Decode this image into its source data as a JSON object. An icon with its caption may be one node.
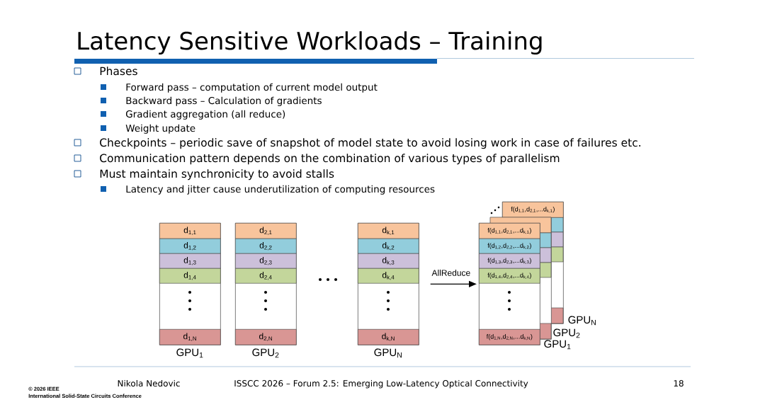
{
  "diagram": {
    "title": "Latency Sensitive Workloads – Training",
    "nodes": [
      {
        "text": [],
        "shape": "box",
        "beside": [
          "GPU$_{1}$"
        ]
      },
      {
        "text": [
          "d$_{1,1}$"
        ],
        "in": 0
      },
      {
        "text": [
          "d$_{1,2}$"
        ],
        "in": 0
      },
      {
        "text": [
          "d$_{1,3}$"
        ],
        "in": 0
      },
      {
        "text": [
          "d$_{1,4}$"
        ],
        "in": 0
      },
      {
        "text": [
          "d$_{1,N}$"
        ],
        "in": 0
      },
      {
        "text": [],
        "shape": "box",
        "beside": [
          "GPU$_{2}$"
        ]
      },
      {
        "text": [
          "d$_{2,1}$"
        ],
        "in": 6
      },
      {
        "text": [
          "d$_{2,2}$"
        ],
        "in": 6
      },
      {
        "text": [
          "d$_{2,3}$"
        ],
        "in": 6
      },
      {
        "text": [
          "d$_{2,4}$"
        ],
        "in": 6
      },
      {
        "text": [
          "d$_{2,N}$"
        ],
        "in": 6
      },
      {
        "text": [],
        "shape": "box",
        "beside": [
          "GPU$_{N}$"
        ]
      },
      {
        "text": [
          "d$_{k,1}$"
        ],
        "in": 12
      },
      {
        "text": [
          "d$_{k,2}$"
        ],
        "in": 12
      },
      {
        "text": [
          "d$_{k,3}$"
        ],
        "in": 12
      },
      {
        "text": [
          "d$_{k,4}$"
        ],
        "in": 12
      },
      {
        "text": [
          "d$_{k,N}$"
        ],
        "in": 12
      },
      {
        "text": [],
        "shape": "box",
        "beside": [
          "GPU$_{N}$"
        ]
      },
      {
        "text": [
          "f(d$_{1,1}$,d$_{2,1}$,...d$_{k,1}$)"
        ],
        "in": 18
      },
      {
        "text": [],
        "shape": "box",
        "beside": [
          "GPU$_{2}$"
        ]
      },
      {
        "text": [],
        "shape": "box",
        "beside": [
          "GPU$_{1}$"
        ]
      },
      {
        "text": [
          "f(d$_{1,1}$,d$_{2,1}$,...d$_{k,1}$)"
        ],
        "in": 21
      },
      {
        "text": [
          "f(d$_{1,2}$,d$_{2,2}$,...d$_{k,2}$)"
        ],
        "in": 21
      },
      {
        "text": [
          "f(d$_{1,3}$,d$_{2,3}$,...d$_{k,3}$)"
        ],
        "in": 21
      },
      {
        "text": [
          "f(d$_{1,4}$,d$_{2,4}$,...d$_{k,4}$)"
        ],
        "in": 21
      },
      {
        "text": [
          "f(d$_{1,N}$,d$_{2,N}$,...d$_{k,N}$)"
        ],
        "in": 21
      }
    ],
    "edges": [
      {
        "from": 12,
        "to": 21,
        "arrow": "to",
        "label": "AllReduce"
      }
    ],
    "labels": [
      "Phases",
      "Forward pass – computation of current model output",
      "Backward pass – Calculation of gradients",
      "Gradient aggregation (all reduce)",
      "Weight update",
      "Checkpoints – periodic save of snapshot of model state to avoid losing work in case of failures etc.",
      "Communication pattern depends on the combination of various types of parallelism",
      "Must maintain synchronicity to avoid stalls",
      "Latency and jitter cause underutilization of computing resources",
      "Nikola Nedovic",
      "ISSCC 2026 – Forum 2.5: Emerging Low-Latency Optical Connectivity",
      "18",
      "© 2026 IEEE",
      "International Solid-State Circuits Conference"
    ]
  }
}
